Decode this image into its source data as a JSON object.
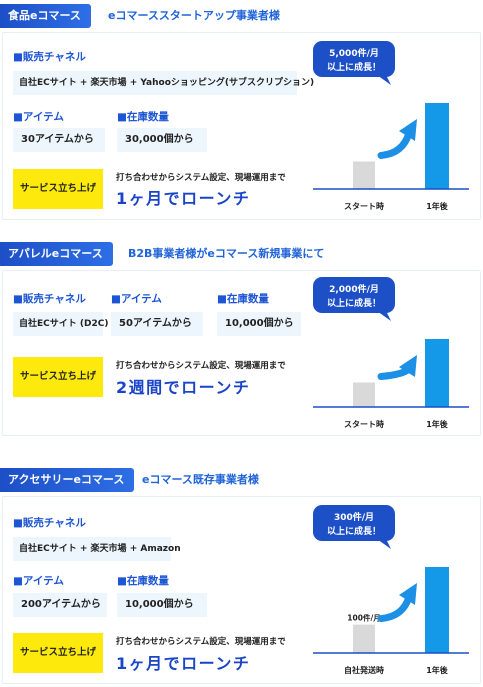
{
  "labels": {
    "channel": "■販売チャネル",
    "items": "■アイテム",
    "stock": "■在庫数量",
    "service": "サービス立ち上げ",
    "note": "打ち合わせからシステム設定、現場運用まで"
  },
  "colors": {
    "brand_blue": "#1d4fc7",
    "label_blue": "#1d55d4",
    "box_bg": "#edf6fd",
    "yellow": "#fdea0c",
    "bar_before": "#d9d9d9",
    "bar_after": "#1499e8"
  },
  "cases": [
    {
      "tag": "食品eコマース",
      "subtitle": "eコマーススタートアップ事業者様",
      "channel": "自社ECサイト + 楽天市場 + Yahooショッピング(サブスクリプション)",
      "items": "30アイテムから",
      "stock": "30,000個から",
      "launch": "1ヶ月でローンチ",
      "chart_data": {
        "type": "bar",
        "categories": [
          "スタート時",
          "1年後"
        ],
        "values": [
          32,
          100
        ],
        "bubble": [
          "5,000件/月",
          "以上に成長！"
        ],
        "bar_label": ""
      }
    },
    {
      "tag": "アパレルeコマース",
      "subtitle": "B2B事業者様がeコマース新規事業にて",
      "channel": "自社ECサイト (D2C)",
      "items": "50アイテムから",
      "stock": "10,000個から",
      "launch": "2週間でローンチ",
      "chart_data": {
        "type": "bar",
        "categories": [
          "スタート時",
          "1年後"
        ],
        "values": [
          36,
          100
        ],
        "bubble": [
          "2,000件/月",
          "以上に成長！"
        ],
        "bar_label": ""
      }
    },
    {
      "tag": "アクセサリーeコマース",
      "subtitle": "eコマース既存事業者様",
      "channel": "自社ECサイト + 楽天市場 + Amazon",
      "items": "200アイテムから",
      "stock": "10,000個から",
      "launch": "1ヶ月でローンチ",
      "chart_data": {
        "type": "bar",
        "categories": [
          "自社発送時",
          "1年後"
        ],
        "values": [
          33,
          100
        ],
        "bubble": [
          "300件/月",
          "以上に成長！"
        ],
        "bar_label": "100件/月"
      }
    }
  ]
}
